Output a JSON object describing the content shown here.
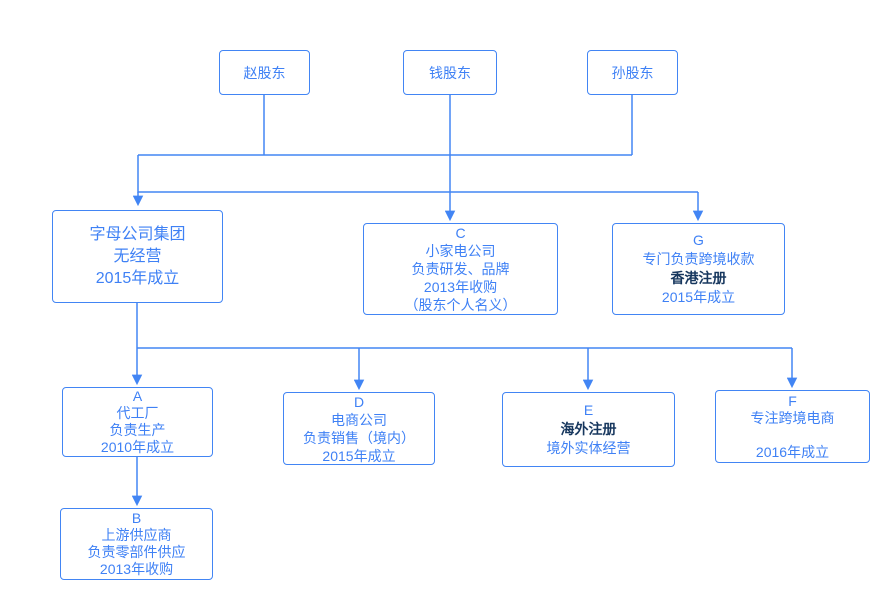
{
  "diagram": {
    "type": "org-structure-flowchart",
    "colors": {
      "line": "#4285F4",
      "box_border": "#4285F4",
      "text": "#3F81F5",
      "emphasis_text": "#17375E",
      "background": "#FFFFFF"
    },
    "nodes": {
      "zhao": {
        "label": "赵股东"
      },
      "qian": {
        "label": "钱股东"
      },
      "sun": {
        "label": "孙股东"
      },
      "parent": {
        "lines": [
          "字母公司集团",
          "无经营",
          "2015年成立"
        ]
      },
      "c": {
        "lines": [
          "C",
          "小家电公司",
          "负责研发、品牌",
          "2013年收购",
          "（股东个人名义）"
        ]
      },
      "g": {
        "lines": [
          "G",
          "专门负责跨境收款",
          "香港注册",
          "2015年成立"
        ],
        "emphasis_line": "香港注册"
      },
      "a": {
        "lines": [
          "A",
          "代工厂",
          "负责生产",
          "2010年成立"
        ]
      },
      "d": {
        "lines": [
          "D",
          "电商公司",
          "负责销售（境内）",
          "2015年成立"
        ]
      },
      "e": {
        "lines": [
          "E",
          "海外注册",
          "境外实体经营"
        ],
        "emphasis_line": "海外注册"
      },
      "f": {
        "lines": [
          "F",
          "专注跨境电商",
          "",
          "2016年成立"
        ]
      },
      "b": {
        "lines": [
          "B",
          "上游供应商",
          "负责零部件供应",
          "2013年收购"
        ]
      }
    },
    "edges": [
      {
        "from": "zhao",
        "to": "shareholder-bus"
      },
      {
        "from": "qian",
        "to": "shareholder-bus"
      },
      {
        "from": "sun",
        "to": "shareholder-bus"
      },
      {
        "from": "shareholder-bus",
        "to": "parent",
        "arrow": true
      },
      {
        "from": "shareholder-bus",
        "to": "c",
        "arrow": true
      },
      {
        "from": "shareholder-bus",
        "to": "g",
        "arrow": true
      },
      {
        "from": "parent",
        "to": "a",
        "arrow": true
      },
      {
        "from": "parent",
        "to": "d",
        "arrow": true
      },
      {
        "from": "parent",
        "to": "e",
        "arrow": true
      },
      {
        "from": "parent",
        "to": "f",
        "arrow": true
      },
      {
        "from": "a",
        "to": "b",
        "arrow": true
      }
    ]
  }
}
